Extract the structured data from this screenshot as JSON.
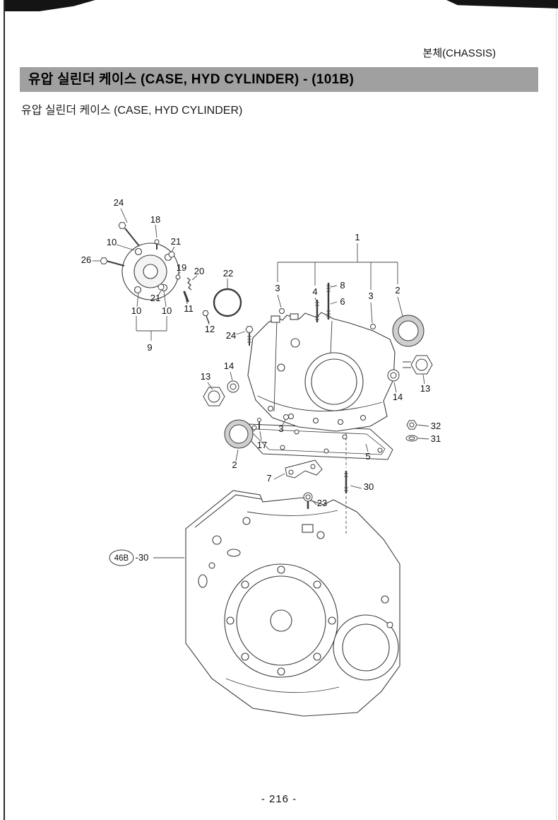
{
  "page": {
    "header_right": "본체(CHASSIS)",
    "title_bar": "유압 실린더 케이스  (CASE, HYD CYLINDER) - (101B)",
    "subtitle": "유압 실린더 케이스 (CASE, HYD CYLINDER)",
    "page_number": "- 216 -"
  },
  "diagram": {
    "callouts": [
      {
        "id": "24-upper",
        "label": "24"
      },
      {
        "id": "18",
        "label": "18"
      },
      {
        "id": "10-a",
        "label": "10"
      },
      {
        "id": "21-a",
        "label": "21"
      },
      {
        "id": "26",
        "label": "26"
      },
      {
        "id": "19",
        "label": "19"
      },
      {
        "id": "20",
        "label": "20"
      },
      {
        "id": "22",
        "label": "22"
      },
      {
        "id": "21-b",
        "label": "21"
      },
      {
        "id": "10-b",
        "label": "10"
      },
      {
        "id": "10-c",
        "label": "10"
      },
      {
        "id": "11",
        "label": "11"
      },
      {
        "id": "12",
        "label": "12"
      },
      {
        "id": "9",
        "label": "9"
      },
      {
        "id": "24-lower",
        "label": "24"
      },
      {
        "id": "1",
        "label": "1"
      },
      {
        "id": "3-a",
        "label": "3"
      },
      {
        "id": "4",
        "label": "4"
      },
      {
        "id": "8",
        "label": "8"
      },
      {
        "id": "6",
        "label": "6"
      },
      {
        "id": "3-b",
        "label": "3"
      },
      {
        "id": "2-a",
        "label": "2"
      },
      {
        "id": "13-a",
        "label": "13"
      },
      {
        "id": "14-a",
        "label": "14"
      },
      {
        "id": "13-b",
        "label": "13"
      },
      {
        "id": "14-b",
        "label": "14"
      },
      {
        "id": "32",
        "label": "32"
      },
      {
        "id": "31",
        "label": "31"
      },
      {
        "id": "2-b",
        "label": "2"
      },
      {
        "id": "17",
        "label": "17"
      },
      {
        "id": "3-c",
        "label": "3"
      },
      {
        "id": "5",
        "label": "5"
      },
      {
        "id": "7",
        "label": "7"
      },
      {
        "id": "30",
        "label": "30"
      },
      {
        "id": "23",
        "label": "23"
      },
      {
        "id": "46b-30",
        "label": "46B",
        "suffix": "-30"
      }
    ]
  }
}
